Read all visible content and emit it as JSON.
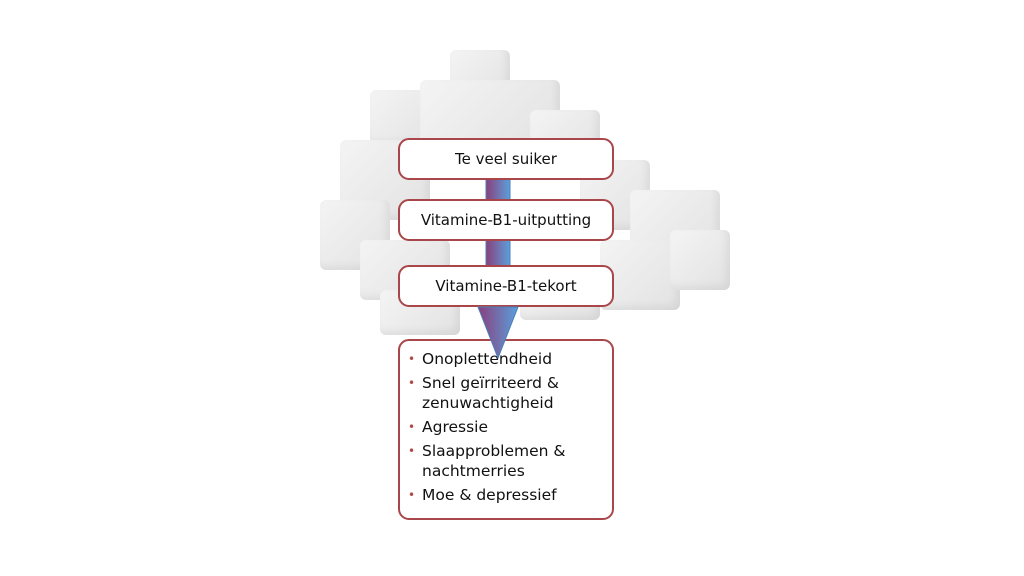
{
  "steps": [
    "Te veel suiker",
    "Vitamine-B1-uitputting",
    "Vitamine-B1-tekort"
  ],
  "effects": [
    "Onoplettendheid",
    "Snel geïrriteerd & zenuwachtigheid",
    "Agressie",
    "Slaapproblemen & nachtmerries",
    "Moe & depressief"
  ],
  "colors": {
    "border": "#a9464a",
    "arrow_left": "#8a3f7c",
    "arrow_right": "#5aa0dc",
    "bullet": "#b04a4a"
  }
}
